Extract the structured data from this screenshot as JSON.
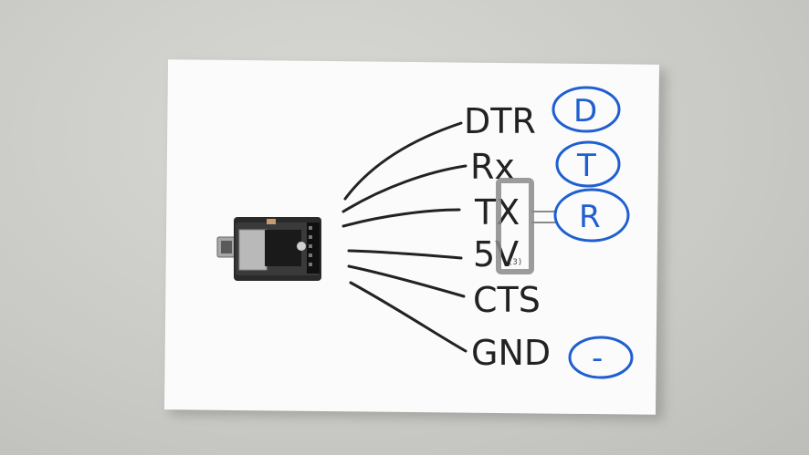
{
  "pins": [
    {
      "label": "DTR"
    },
    {
      "label": "Rx"
    },
    {
      "label": "TX"
    },
    {
      "label": "5V"
    },
    {
      "label": "CTS"
    },
    {
      "label": "GND"
    }
  ],
  "mapping": [
    {
      "letter": "D"
    },
    {
      "letter": "T"
    },
    {
      "letter": "R"
    },
    {
      "letter": "-"
    }
  ],
  "note": "(3)",
  "colors": {
    "ink": "#222222",
    "marker_blue": "#1f5fd0",
    "highlight_box": "#8a8a8a"
  }
}
